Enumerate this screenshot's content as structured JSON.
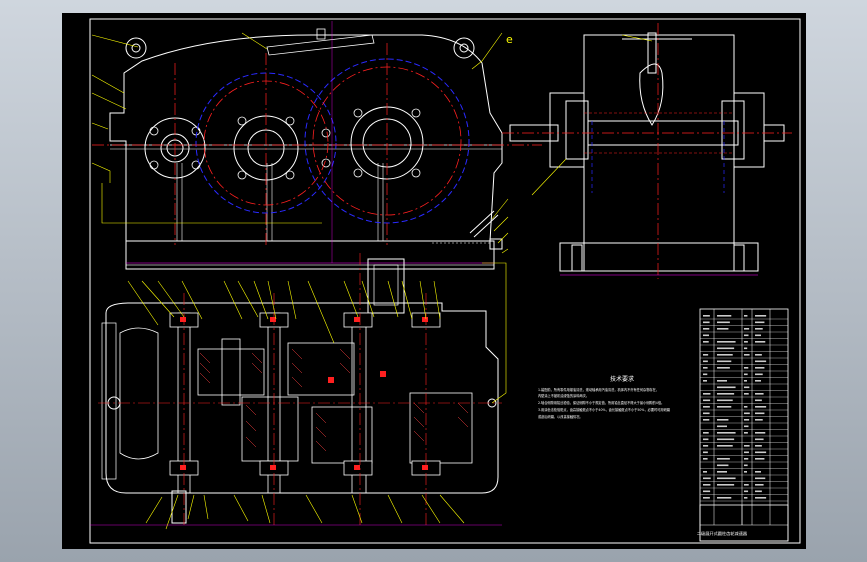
{
  "drawing": {
    "tech_req_title": "技术要求",
    "tech_req_lines": [
      "1.装配前，所有零件用煤油清洗，滚动轴承用汽油清洗，机体内不许有任何杂物存在，",
      "内壁涂上不被机油浸蚀的涂料两次。",
      "2.啮合侧隙用铅丝检验，保证侧隙不小于规定值，所用铅丝直径不得大于最小侧隙的4倍。",
      "3.用涂色法检验斑点，齿高接触斑点不小于40%，齿长接触斑点不小于50%，必要时可用研磨",
      "或刮后研磨，以改善接触情况。"
    ],
    "title_block_caption": "二级展开式圆柱齿轮减速器",
    "title_block_sub": "",
    "dimension_label": "e",
    "colors": {
      "background": "#000000",
      "outline": "#ffffff",
      "centerline": "#ff2020",
      "hidden": "#2a2aff",
      "leader": "#ffff00",
      "section": "#ff4040",
      "dimension": "#ff00ff"
    }
  }
}
